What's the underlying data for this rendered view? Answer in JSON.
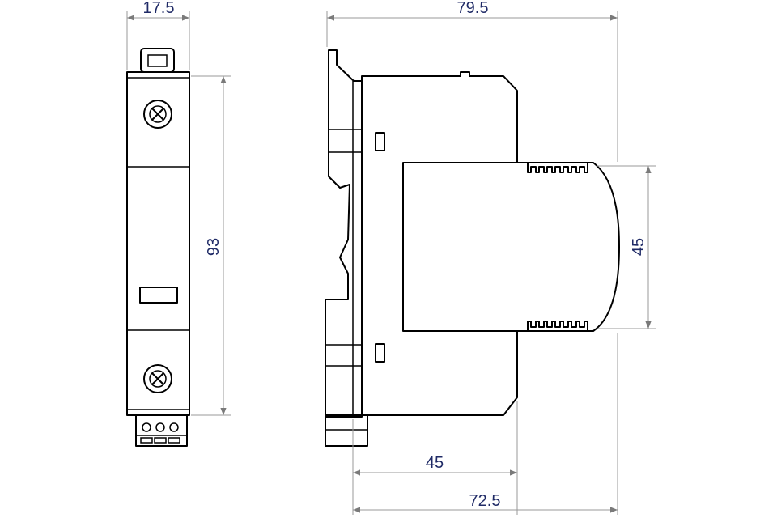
{
  "dimensions": {
    "front_width": "17.5",
    "front_height": "93",
    "side_depth_total": "79.5",
    "module_height": "45",
    "module_depth": "45",
    "side_depth_base": "72.5"
  },
  "colors": {
    "outline": "#000000",
    "dimension_line": "#9a9a9a",
    "dimension_text": "#1f2a66",
    "background": "#ffffff"
  }
}
